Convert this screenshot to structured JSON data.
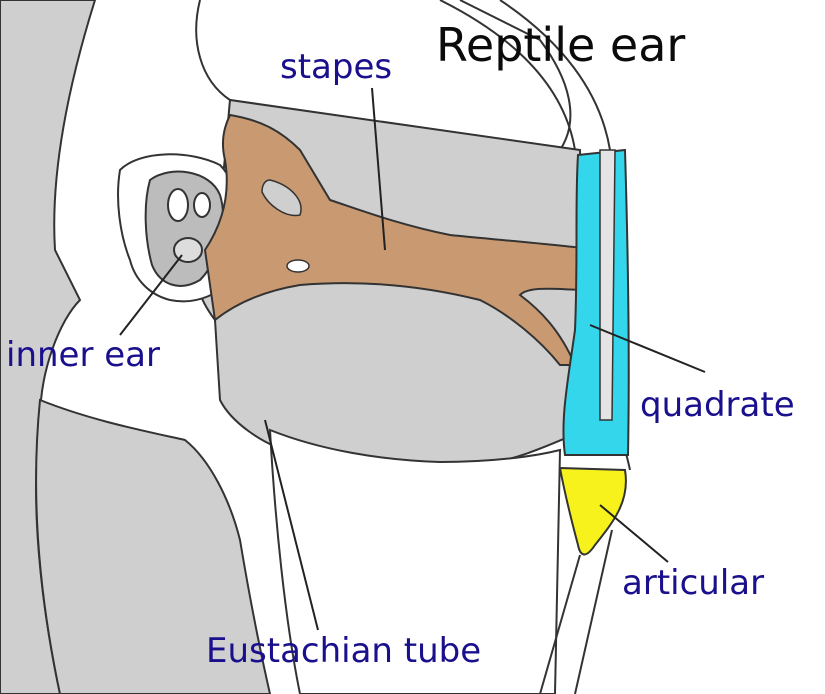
{
  "title": "Reptile ear",
  "labels": {
    "stapes": "stapes",
    "inner_ear": "inner ear",
    "quadrate": "quadrate",
    "articular": "articular",
    "eustachian_tube": "Eustachian tube"
  },
  "colors": {
    "label_text": "#1a0f8c",
    "title_text": "#0b0b0b",
    "stapes_fill": "#c99a72",
    "quadrate_fill": "#33d6ea",
    "articular_fill": "#f7f21c",
    "tissue_fill": "#cfcfcf",
    "outline": "#333333"
  }
}
